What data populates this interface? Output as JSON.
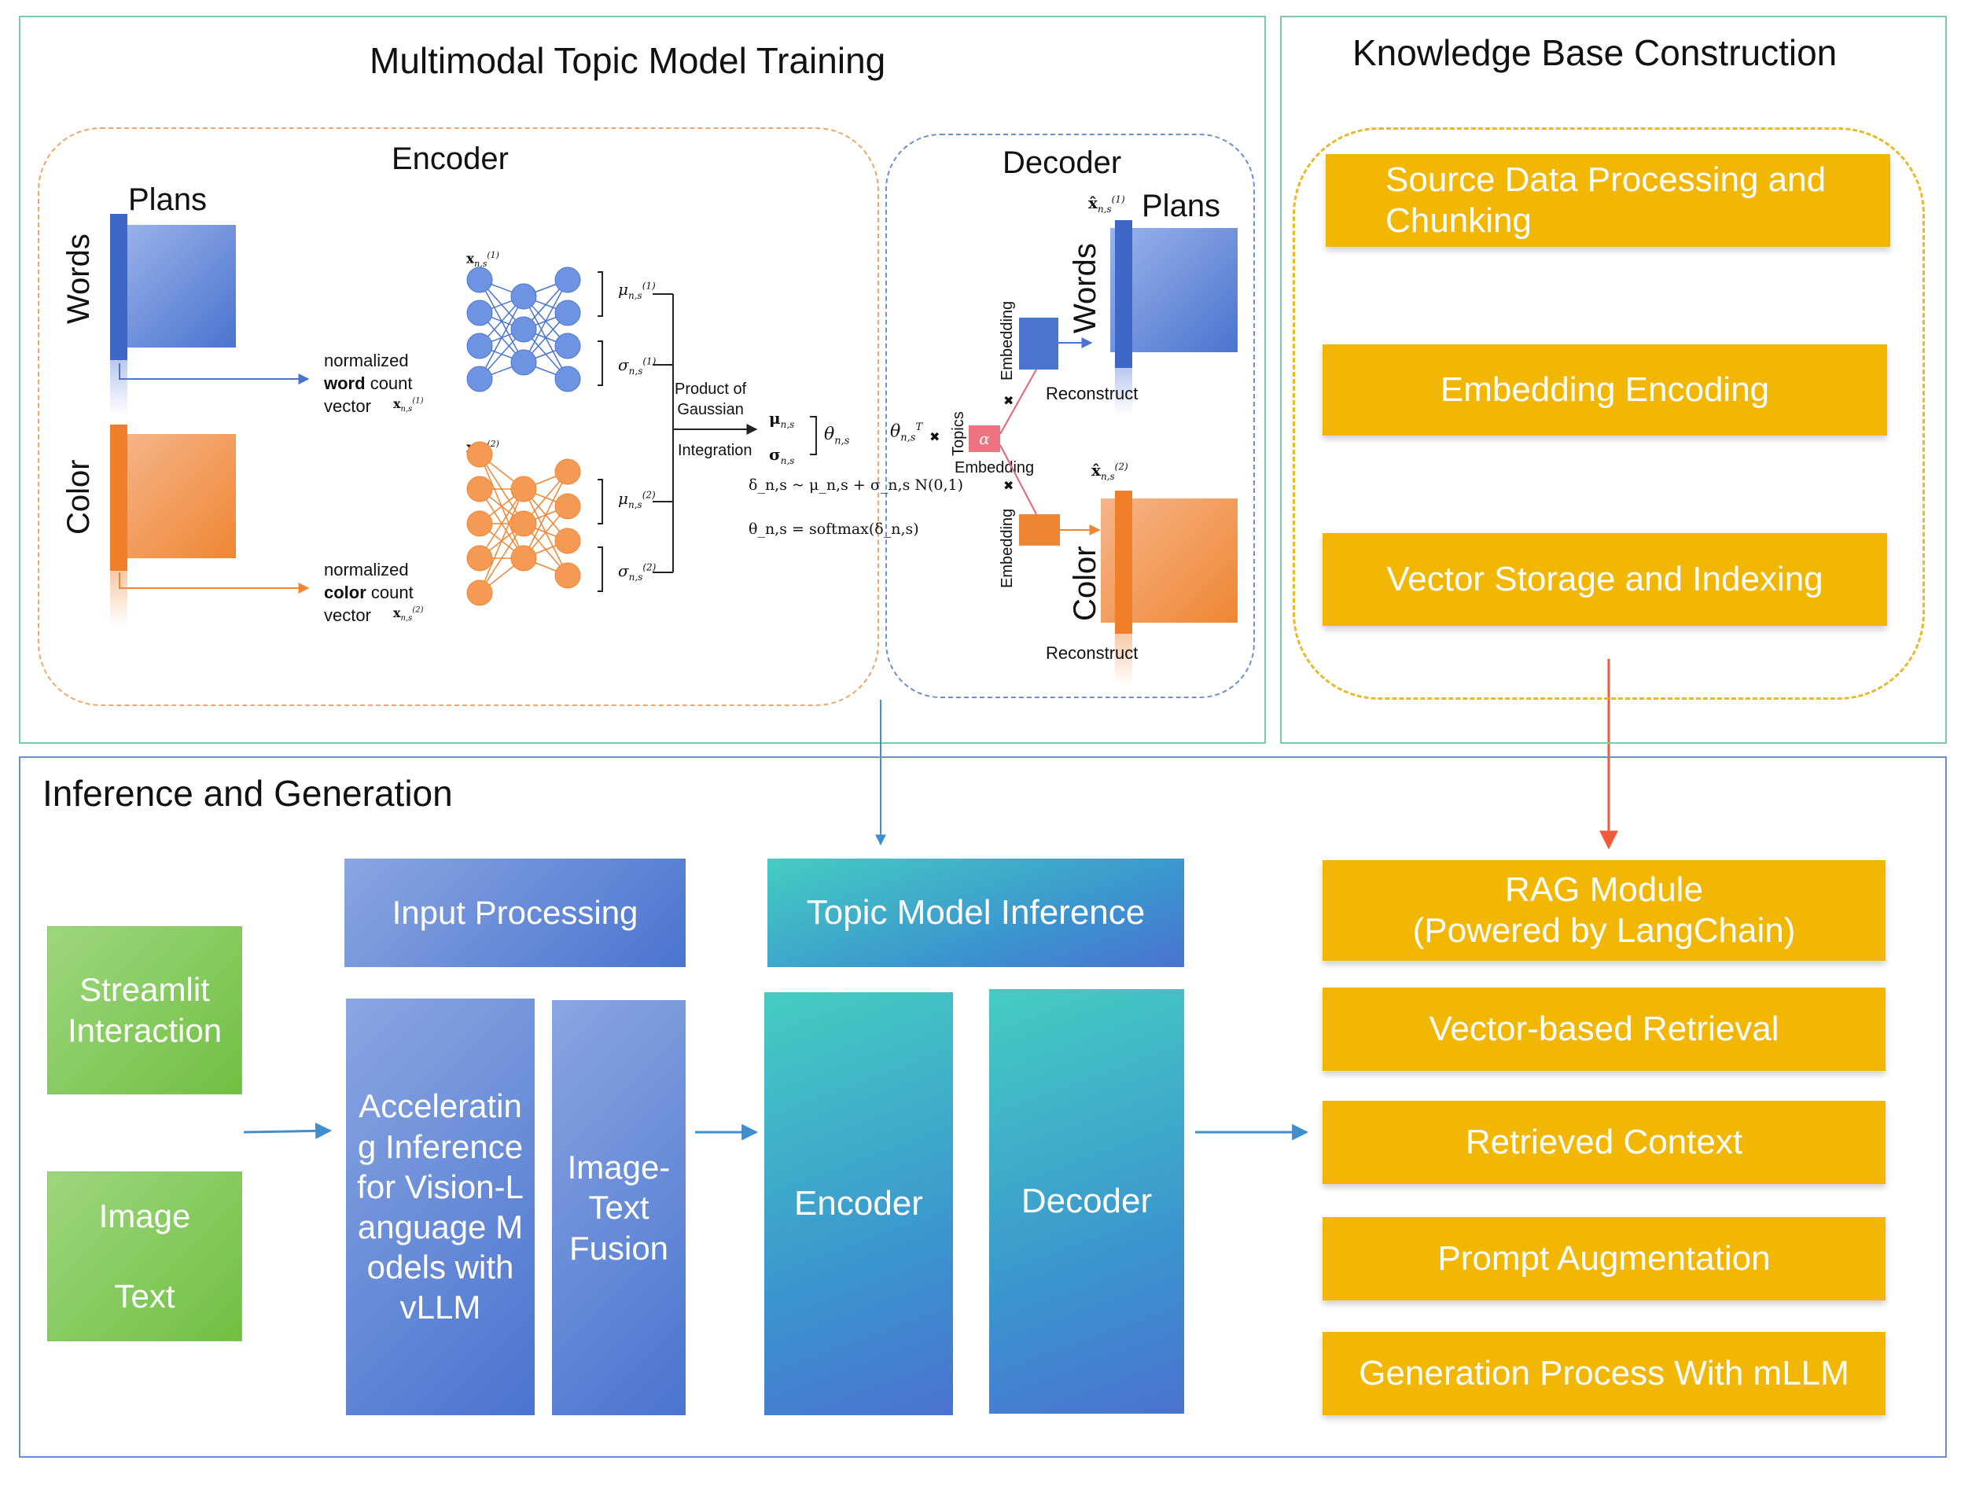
{
  "training": {
    "title": "Multimodal Topic Model Training",
    "encoder_title": "Encoder",
    "decoder_title": "Decoder",
    "plans": "Plans",
    "words": "Words",
    "color": "Color",
    "word_vec": [
      "normalized",
      "word",
      "count",
      "vector"
    ],
    "color_vec": [
      "normalized",
      "color",
      "count",
      "vector"
    ],
    "product": [
      "Product of",
      "Gaussian"
    ],
    "integration": "Integration",
    "embedding": "Embedding",
    "topics": "Topics",
    "reconstruct": "Reconstruct",
    "alpha": "α",
    "times": "✖",
    "math": {
      "x1": "x",
      "x1_sub": "n,s",
      "x1_sup": "(1)",
      "x2": "x",
      "x2_sub": "n,s",
      "x2_sup": "(2)",
      "mu1": "μ",
      "mu1_sub": "n,s",
      "mu1_sup": "(1)",
      "sigma1": "σ",
      "sigma1_sub": "n,s",
      "sigma1_sup": "(1)",
      "mu2": "μ",
      "mu2_sub": "n,s",
      "mu2_sup": "(2)",
      "sigma2": "σ",
      "sigma2_sub": "n,s",
      "sigma2_sup": "(2)",
      "mu": "μ",
      "mu_sub": "n,s",
      "sigma": "σ",
      "sigma_sub": "n,s",
      "theta": "θ",
      "theta_sub": "n,s",
      "theta_t": "θ",
      "theta_t_sub": "n,s",
      "theta_t_sup": "T",
      "xhat1": "x̂",
      "xhat1_sub": "n,s",
      "xhat1_sup": "(1)",
      "xhat2": "x̂",
      "xhat2_sub": "n,s",
      "xhat2_sup": "(2)",
      "delta_eq": "δ_n,s ~ μ_n,s + σ_n,s N(0,1)",
      "theta_eq": "θ_n,s = softmax(δ_n,s)"
    }
  },
  "knowledge": {
    "title": "Knowledge Base Construction",
    "steps": [
      "Source Data Processing and Chunking",
      "Embedding Encoding",
      "Vector Storage and Indexing"
    ]
  },
  "inference": {
    "title": "Inference and Generation",
    "streamlit": "Streamlit Interaction",
    "image": "Image",
    "text": "Text",
    "input_processing": "Input Processing",
    "accel": "Accelerating Inference for Vision-Language Models with vLLM",
    "fusion": "Image-Text Fusion",
    "topic_inference": "Topic Model Inference",
    "encoder": "Encoder",
    "decoder": "Decoder",
    "rag": [
      "RAG Module",
      "(Powered by LangChain)"
    ],
    "rag_steps": [
      "Vector-based Retrieval",
      "Retrieved Context",
      "Prompt Augmentation",
      "Generation Process With mLLM"
    ]
  },
  "colors": {
    "blue": "#4a74cf",
    "orange": "#ef8633",
    "gold": "#f2b705",
    "teal": "#45cdc2",
    "green": "#70c042"
  }
}
